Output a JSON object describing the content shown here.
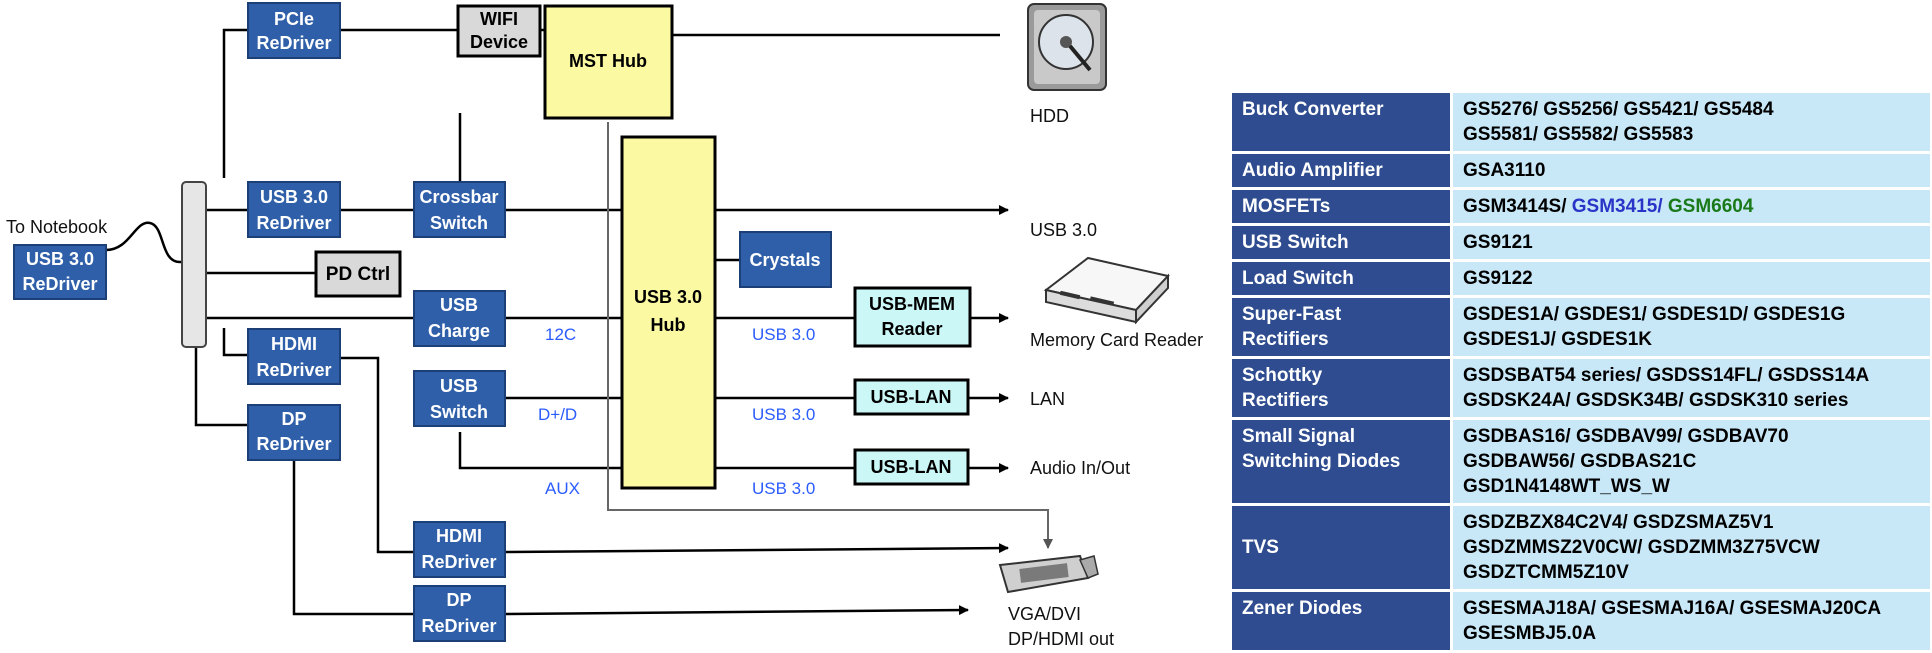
{
  "blocks": {
    "pcie_redriver": [
      "PCIe",
      "ReDriver"
    ],
    "wifi_device": [
      "WIFI",
      "Device"
    ],
    "mst_hub": "MST Hub",
    "usb30_redriver_a": [
      "USB 3.0",
      "ReDriver"
    ],
    "crossbar_switch": [
      "Crossbar",
      "Switch"
    ],
    "pd_ctrl": "PD Ctrl",
    "usb30_redriver_notebook": [
      "USB 3.0",
      "ReDriver"
    ],
    "usb_charge": [
      "USB",
      "Charge"
    ],
    "hdmi_redriver_a": [
      "HDMI",
      "ReDriver"
    ],
    "usb_switch": [
      "USB",
      "Switch"
    ],
    "dp_redriver_a": [
      "DP",
      "ReDriver"
    ],
    "usb30_hub": [
      "USB 3.0",
      "Hub"
    ],
    "crystals": "Crystals",
    "usb_mem_reader": [
      "USB-MEM",
      "Reader"
    ],
    "usb_lan_1": "USB-LAN",
    "usb_lan_2": "USB-LAN",
    "hdmi_redriver_b": [
      "HDMI",
      "ReDriver"
    ],
    "dp_redriver_b": [
      "DP",
      "ReDriver"
    ]
  },
  "labels": {
    "to_notebook": "To Notebook",
    "hdd": "HDD",
    "usb30_out": "USB 3.0",
    "memory_card_reader": "Memory Card Reader",
    "lan": "LAN",
    "audio": "Audio In/Out",
    "video_out_1": "VGA/DVI",
    "video_out_2": "DP/HDMI out",
    "i2c": "12C",
    "dplus_d": "D+/D",
    "aux": "AUX",
    "usb30_link_1": "USB 3.0",
    "usb30_link_2": "USB 3.0",
    "usb30_link_3": "USB 3.0"
  },
  "colors": {
    "blue_block": "#2e5fa8",
    "yellow_block": "#fcf9a3",
    "cyan_block": "#ccf7f7",
    "gray_block": "#d9d9d9",
    "table_header": "#2e4c8f",
    "table_cell": "#c8e7f7"
  },
  "table": [
    {
      "category": [
        "Buck Converter"
      ],
      "parts": [
        "GS5276/ GS5256/ GS5421/ GS5484",
        "GS5581/ GS5582/ GS5583"
      ]
    },
    {
      "category": [
        "Audio Amplifier"
      ],
      "parts": [
        "GSA3110"
      ]
    },
    {
      "category": [
        "MOSFETs"
      ],
      "parts_segments": [
        {
          "text": "GSM3414S/ ",
          "color": "default"
        },
        {
          "text": "GSM3415/ ",
          "color": "blue"
        },
        {
          "text": "GSM6604",
          "color": "green"
        }
      ]
    },
    {
      "category": [
        "USB Switch"
      ],
      "parts": [
        "GS9121"
      ]
    },
    {
      "category": [
        "Load Switch"
      ],
      "parts": [
        "GS9122"
      ]
    },
    {
      "category": [
        "Super-Fast",
        "Rectifiers"
      ],
      "parts": [
        "GSDES1A/ GSDES1/ GSDES1D/ GSDES1G",
        "GSDES1J/ GSDES1K"
      ]
    },
    {
      "category": [
        "Schottky",
        "Rectifiers"
      ],
      "parts": [
        "GSDSBAT54 series/ GSDSS14FL/ GSDSS14A",
        "GSDSK24A/ GSDSK34B/ GSDSK310 series"
      ]
    },
    {
      "category": [
        "Small Signal",
        "Switching Diodes"
      ],
      "parts": [
        "GSDBAS16/ GSDBAV99/ GSDBAV70",
        "GSDBAW56/ GSDBAS21C",
        "GSD1N4148WT_WS_W"
      ]
    },
    {
      "category": [
        "TVS"
      ],
      "parts": [
        "GSDZBZX84C2V4/ GSDZSMAZ5V1",
        "GSDZMMSZ2V0CW/ GSDZMM3Z75VCW",
        "GSDZTCMM5Z10V"
      ]
    },
    {
      "category": [
        "Zener Diodes"
      ],
      "parts": [
        "GSESMAJ18A/ GSESMAJ16A/ GSESMAJ20CA",
        "GSESMBJ5.0A"
      ]
    }
  ]
}
